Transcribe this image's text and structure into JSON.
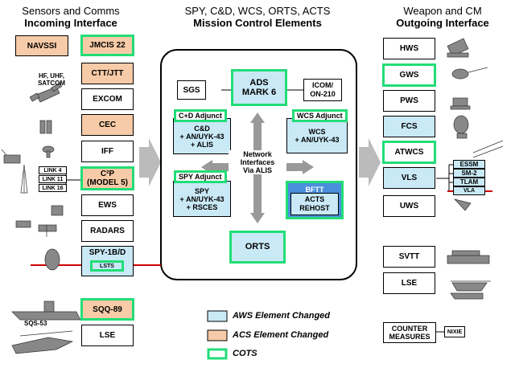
{
  "headers": {
    "left_line1": "Sensors and Comms",
    "left_line2": "Incoming Interface",
    "center_line1": "SPY, C&D, WCS, ORTS, ACTS",
    "center_line2": "Mission Control Elements",
    "right_line1": "Weapon and CM",
    "right_line2": "Outgoing Interface"
  },
  "left": {
    "navssi": "NAVSSI",
    "jmcis": "JMCIS 22",
    "hf_label": "HF, UHF,\nSATCOM",
    "ctt": "CTT/JTT",
    "excom": "EXCOM",
    "cec": "CEC",
    "iff": "IFF",
    "link4": "LINK 4",
    "link11": "LINK 11",
    "link16": "LINK 16",
    "c2p": "C²P\n(MODEL 5)",
    "ews": "EWS",
    "radars": "RADARS",
    "spy1bd": "SPY-1B/D",
    "lsts": "LSTS",
    "sqs53": "SQS-53",
    "sqq89": "SQQ-89",
    "lse": "LSE"
  },
  "center": {
    "sgs": "SGS",
    "ads": "ADS\nMARK 6",
    "icom": "ICOM/\nON-210",
    "cd_tag": "C+D Adjunct",
    "cd": "C&D\n+ AN/UYK-43\n+ ALIS",
    "wcs_tag": "WCS Adjunct",
    "wcs": "WCS\n+ AN/UYK-43",
    "network": "Network\nInterfaces\nVia ALIS",
    "spy_tag": "SPY Adjunct",
    "spy": "SPY\n+ AN/UYK-43\n+ RSCES",
    "bftt": "BFTT",
    "acts": "ACTS\nREHOST",
    "orts": "ORTS"
  },
  "right": {
    "hws": "HWS",
    "gws": "GWS",
    "pws": "PWS",
    "fcs": "FCS",
    "atwcs": "ATWCS",
    "vls": "VLS",
    "essm": "ESSM",
    "sm2": "SM-2",
    "tlam": "TLAM",
    "vla": "VLA",
    "uws": "UWS",
    "svtt": "SVTT",
    "lse": "LSE",
    "counter": "COUNTER\nMEASURES",
    "nixie": "NIXIE"
  },
  "legend": {
    "aws": "AWS Element Changed",
    "acs": "ACS Element Changed",
    "cots": "COTS"
  },
  "colors": {
    "aws_blue": "#c9e9f6",
    "acs_tan": "#f7cba7",
    "cots_green": "#22dd77",
    "strike_red": "#cc0000",
    "arrow_gray": "#bbbbbb"
  }
}
